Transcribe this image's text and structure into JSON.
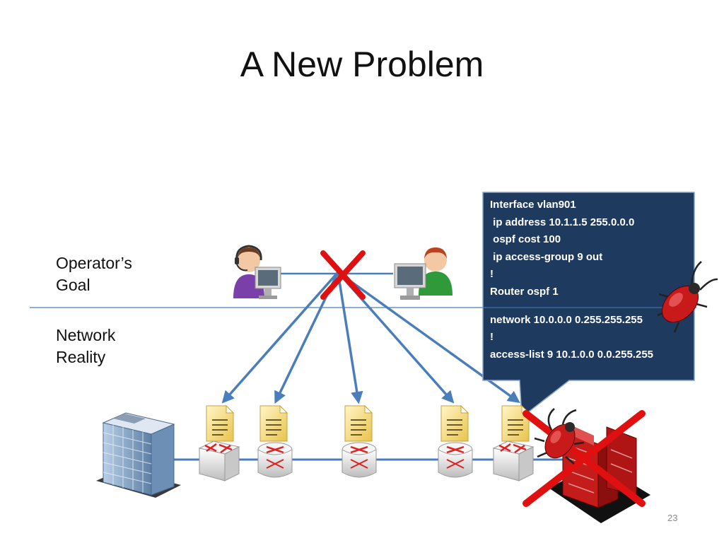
{
  "slide": {
    "title": "A New Problem",
    "page_number": "23"
  },
  "labels": {
    "goal": [
      "Operator’s",
      "Goal"
    ],
    "reality": [
      "Network",
      "Reality"
    ]
  },
  "config_callout": {
    "lines": [
      "Interface vlan901",
      " ip address 10.1.1.5 255.0.0.0",
      " ospf cost 100",
      " ip access-group 9 out",
      "!",
      "Router ospf 1",
      "network 10.0.0.0 0.255.255.255",
      "!",
      "access-list 9 10.1.0.0 0.0.255.255"
    ]
  },
  "colors": {
    "callout_bg": "#1f3a5f",
    "arrow": "#4a7ebb",
    "cross": "#e01010",
    "config_file": "#f2d86a"
  },
  "icons": [
    "operator-headset-icon",
    "operator-icon",
    "building-icon",
    "router-icon",
    "config-file-icon",
    "bug-icon",
    "destroyed-building-icon"
  ]
}
